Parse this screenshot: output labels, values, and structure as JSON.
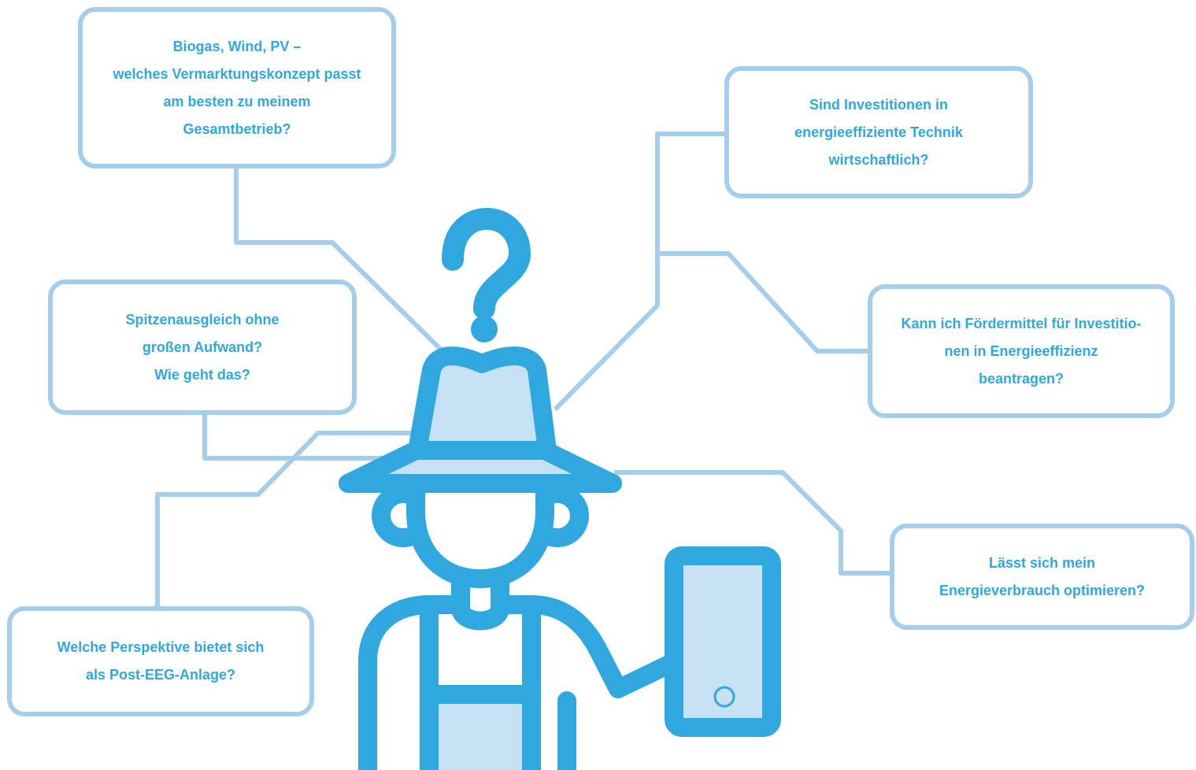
{
  "colors": {
    "primary": "#2fa8e0",
    "light": "#c6e0f4",
    "outline": "#a5cdec",
    "background": "#ffffff"
  },
  "questions": [
    {
      "id": "q1",
      "text": "Biogas, Wind, PV –\nwelches Vermarktungskonzept passt\nam besten zu meinem\nGesamtbetrieb?"
    },
    {
      "id": "q2",
      "text": "Sind Investitionen in\nenergieeffiziente Technik\nwirtschaftlich?"
    },
    {
      "id": "q3",
      "text": "Spitzenausgleich ohne\ngroßen Aufwand?\nWie geht das?"
    },
    {
      "id": "q4",
      "text": "Kann ich Fördermittel für Investitio-\nnen in Energieeffizienz\nbeantragen?"
    },
    {
      "id": "q5",
      "text": "Lässt sich mein\nEnergieverbrauch optimieren?"
    },
    {
      "id": "q6",
      "text": "Welche Perspektive bietet sich\nals Post-EEG-Anlage?"
    }
  ],
  "icons": [
    "question-mark-icon",
    "farmer-figure",
    "smartphone-icon"
  ]
}
